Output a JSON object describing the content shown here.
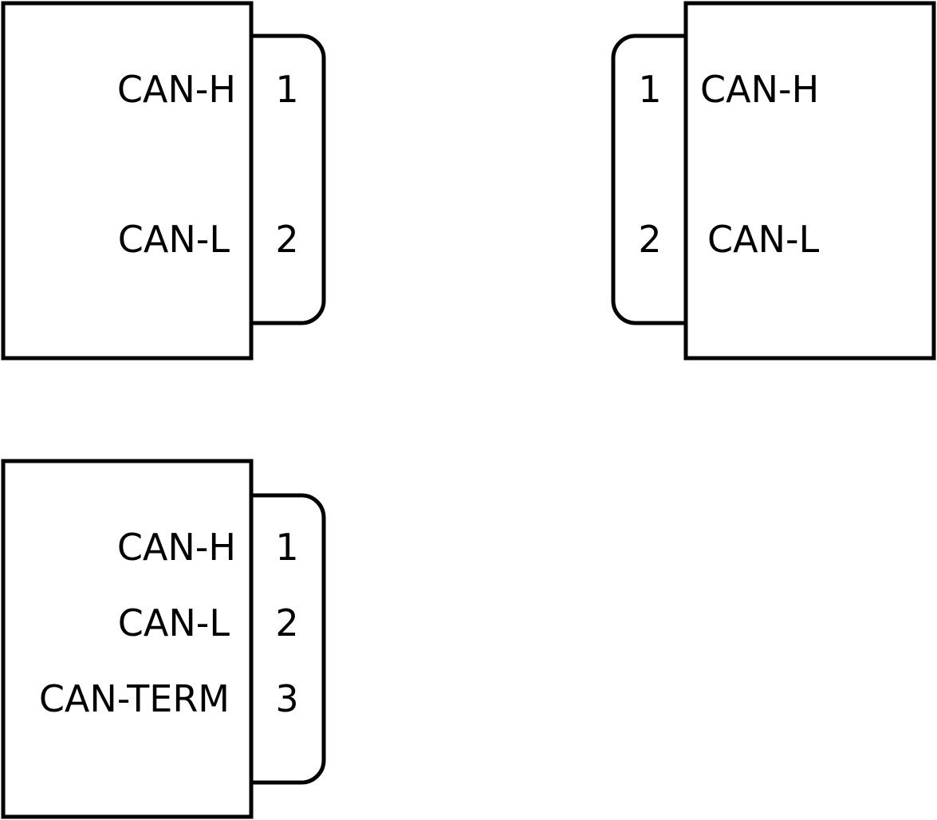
{
  "connectors": [
    {
      "id": "top-left",
      "side": "right",
      "pins": [
        {
          "number": "1",
          "signal": "CAN-H"
        },
        {
          "number": "2",
          "signal": "CAN-L"
        }
      ]
    },
    {
      "id": "top-right",
      "side": "left",
      "pins": [
        {
          "number": "1",
          "signal": "CAN-H"
        },
        {
          "number": "2",
          "signal": "CAN-L"
        }
      ]
    },
    {
      "id": "bottom-left",
      "side": "right",
      "pins": [
        {
          "number": "1",
          "signal": "CAN-H"
        },
        {
          "number": "2",
          "signal": "CAN-L"
        },
        {
          "number": "3",
          "signal": "CAN-TERM"
        }
      ]
    }
  ]
}
